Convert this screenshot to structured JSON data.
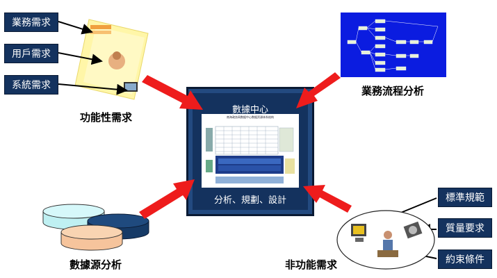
{
  "left_group": {
    "labels": [
      "業務需求",
      "用戶需求",
      "系統需求"
    ],
    "caption": "功能性需求"
  },
  "center": {
    "title": "數據中心",
    "inner_heading": "南海政务网数据中心数据资源体系结构",
    "subtitle": "分析、規劃、設計"
  },
  "top_right": {
    "caption": "業務流程分析"
  },
  "bottom_left": {
    "caption": "數據源分析"
  },
  "bottom_right": {
    "labels": [
      "標準規範",
      "質量要求",
      "約束條件"
    ],
    "caption": "非功能需求"
  },
  "colors": {
    "dark_label": "#14325e",
    "arrow_red": "#ee1c1c",
    "center_frame": "#14325e",
    "flow_bg": "#0b1ce0",
    "cyl_cyan": "#bff0f2",
    "cyl_navy": "#163a66",
    "cyl_peach": "#f6c49c"
  }
}
